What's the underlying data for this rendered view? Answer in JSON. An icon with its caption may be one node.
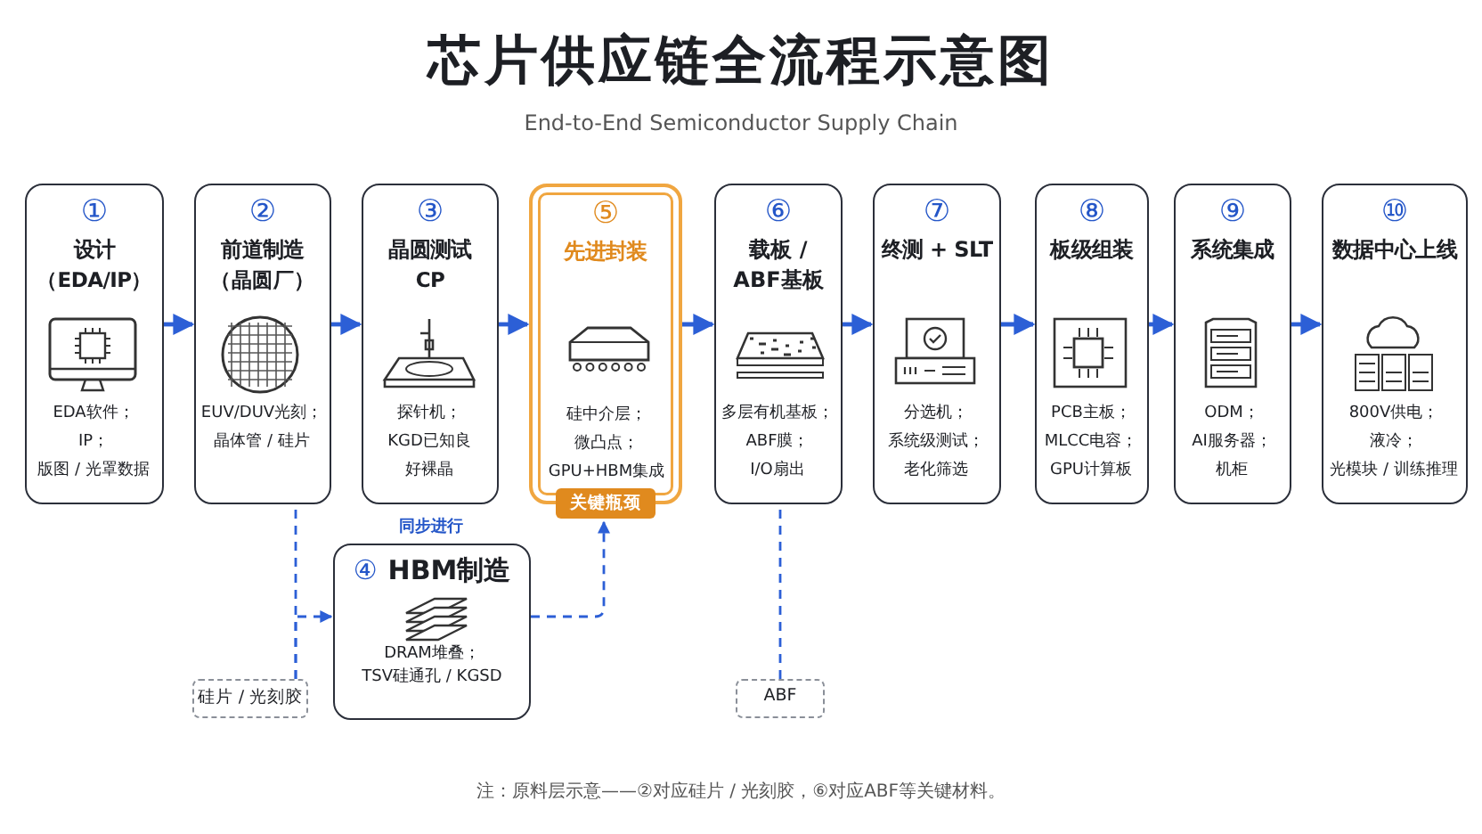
{
  "diagram": {
    "title": "芯片供应链全流程示意图",
    "caption": "注：原料层示意——②对应硅片 / 光刻胶，⑥对应ABF等关键材料。",
    "nodes": [
      {
        "text": [
          "①",
          "设计",
          "（EDA/IP）",
          "EDA软件；",
          "IP；",
          "版图 / 光罩数据"
        ]
      },
      {
        "text": [
          "②",
          "前道制造",
          "（晶圆厂）",
          "EUV/DUV光刻；",
          "晶体管 / 硅片"
        ]
      },
      {
        "text": [
          "③",
          "晶圆测试",
          "CP",
          "探针机；",
          "KGD已知良好裸晶"
        ]
      },
      {
        "text": [
          "⑤",
          "先进封装",
          "硅中介层；",
          "微凸点；",
          "GPU+HBM集成",
          "关键瓶颈"
        ]
      },
      {
        "text": [
          "⑥",
          "载板 / ABF基板",
          "多层有机基板；",
          "ABF膜；",
          "I/O扇出"
        ]
      },
      {
        "text": [
          "⑦",
          "终测 + SLT",
          "分选机；",
          "系统级测试；",
          "老化筛选"
        ]
      },
      {
        "text": [
          "⑧",
          "板级组装",
          "PCB主板；",
          "MLCC电容；",
          "GPU计算板"
        ]
      },
      {
        "text": [
          "⑨",
          "系统集成",
          "ODM；",
          "AI服务器；",
          "机柜"
        ]
      },
      {
        "text": [
          "⑩",
          "数据中心上线",
          "800V供电；",
          "液冷；",
          "光模块 / 训练推理"
        ]
      },
      {
        "text": [
          "④",
          "HBM制造",
          "DRAM堆叠；",
          "TSV硅通孔 / KGSD"
        ]
      },
      {
        "text": [
          "硅片 / 光刻胶"
        ]
      },
      {
        "text": [
          "ABF"
        ]
      }
    ],
    "edges": [
      {
        "from": 0,
        "to": 1,
        "arrow": "to"
      },
      {
        "from": 1,
        "to": 2,
        "arrow": "to"
      },
      {
        "from": 2,
        "to": 3,
        "arrow": "to"
      },
      {
        "from": 3,
        "to": 4,
        "arrow": "to"
      },
      {
        "from": 4,
        "to": 5,
        "arrow": "to"
      },
      {
        "from": 5,
        "to": 6,
        "arrow": "to"
      },
      {
        "from": 6,
        "to": 7,
        "arrow": "to"
      },
      {
        "from": 7,
        "to": 8,
        "arrow": "to"
      },
      {
        "from": 10,
        "to": 1,
        "arrow": "none",
        "style": "dashed"
      },
      {
        "from": 10,
        "to": 9,
        "arrow": "to",
        "style": "dashed"
      },
      {
        "from": 9,
        "to": 3,
        "arrow": "to",
        "style": "dashed"
      },
      {
        "from": 11,
        "to": 4,
        "arrow": "none",
        "style": "dashed"
      }
    ],
    "labels": [
      "End-to-End Semiconductor Supply Chain",
      "同步进行"
    ]
  }
}
